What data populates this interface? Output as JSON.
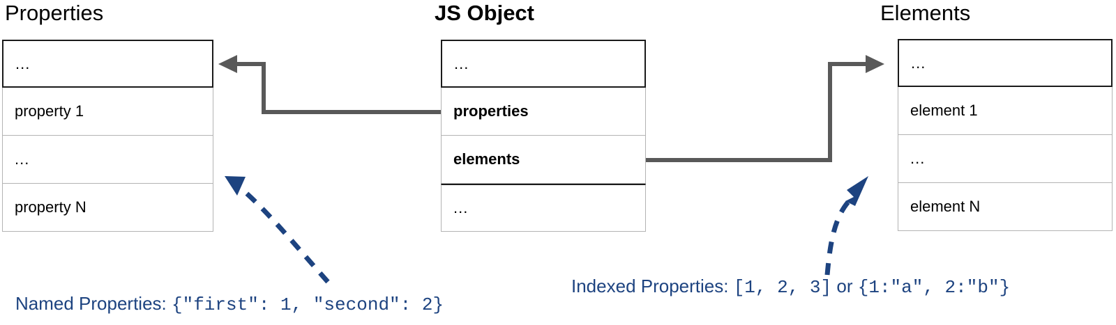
{
  "diagram": {
    "title_properties": "Properties",
    "title_jsobject": "JS Object",
    "title_elements": "Elements",
    "ellipsis": "...",
    "properties_table": {
      "rows": [
        {
          "text": "...",
          "style": "dots"
        },
        {
          "text": "property 1",
          "style": "normal"
        },
        {
          "text": "...",
          "style": "dots"
        },
        {
          "text": "property N",
          "style": "normal"
        }
      ]
    },
    "jsobject_table": {
      "rows": [
        {
          "text": "...",
          "style": "dots"
        },
        {
          "text": "properties",
          "style": "bold"
        },
        {
          "text": "elements",
          "style": "bold"
        },
        {
          "text": "...",
          "style": "dots"
        }
      ]
    },
    "elements_table": {
      "rows": [
        {
          "text": "...",
          "style": "dots"
        },
        {
          "text": "element 1",
          "style": "normal"
        },
        {
          "text": "...",
          "style": "dots"
        },
        {
          "text": "element N",
          "style": "normal"
        }
      ]
    },
    "captions": {
      "named_label": "Named Properties:",
      "named_code": "{\"first\": 1, \"second\": 2}",
      "indexed_label": "Indexed Properties:",
      "indexed_code_a": "[1, 2, 3]",
      "indexed_or": "or",
      "indexed_code_b": "{1:\"a\", 2:\"b\"}"
    },
    "colors": {
      "connector_gray": "#595959",
      "annotation_blue": "#1d4380",
      "row_border_light": "#b3b3b3",
      "row_border_dark": "#1a1a1a",
      "text_black": "#000000",
      "background": "#ffffff"
    }
  }
}
